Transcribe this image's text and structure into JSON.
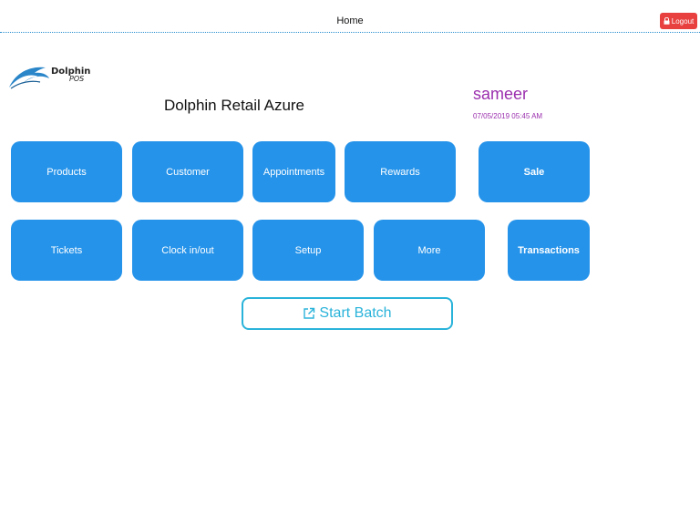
{
  "header": {
    "title": "Home",
    "logout_label": "Logout",
    "logout_icon": "lock-icon",
    "logout_color": "#e8403f"
  },
  "logo": {
    "line1": "Dolphin",
    "line2": "POS",
    "icon": "dolphin-logo"
  },
  "store": {
    "name": "Dolphin Retail Azure"
  },
  "user": {
    "name": "sameer",
    "datetime": "07/05/2019 05:45 AM",
    "color": "#9b2fae"
  },
  "tiles": {
    "products": "Products",
    "customer": "Customer",
    "appointments": "Appointments",
    "rewards": "Rewards",
    "sale": "Sale",
    "tickets": "Tickets",
    "clock": "Clock in/out",
    "setup": "Setup",
    "more": "More",
    "transactions": "Transactions"
  },
  "tile_color": "#2593ea",
  "batch": {
    "label": "Start Batch",
    "icon": "external-link-icon",
    "color": "#2ab3da"
  }
}
